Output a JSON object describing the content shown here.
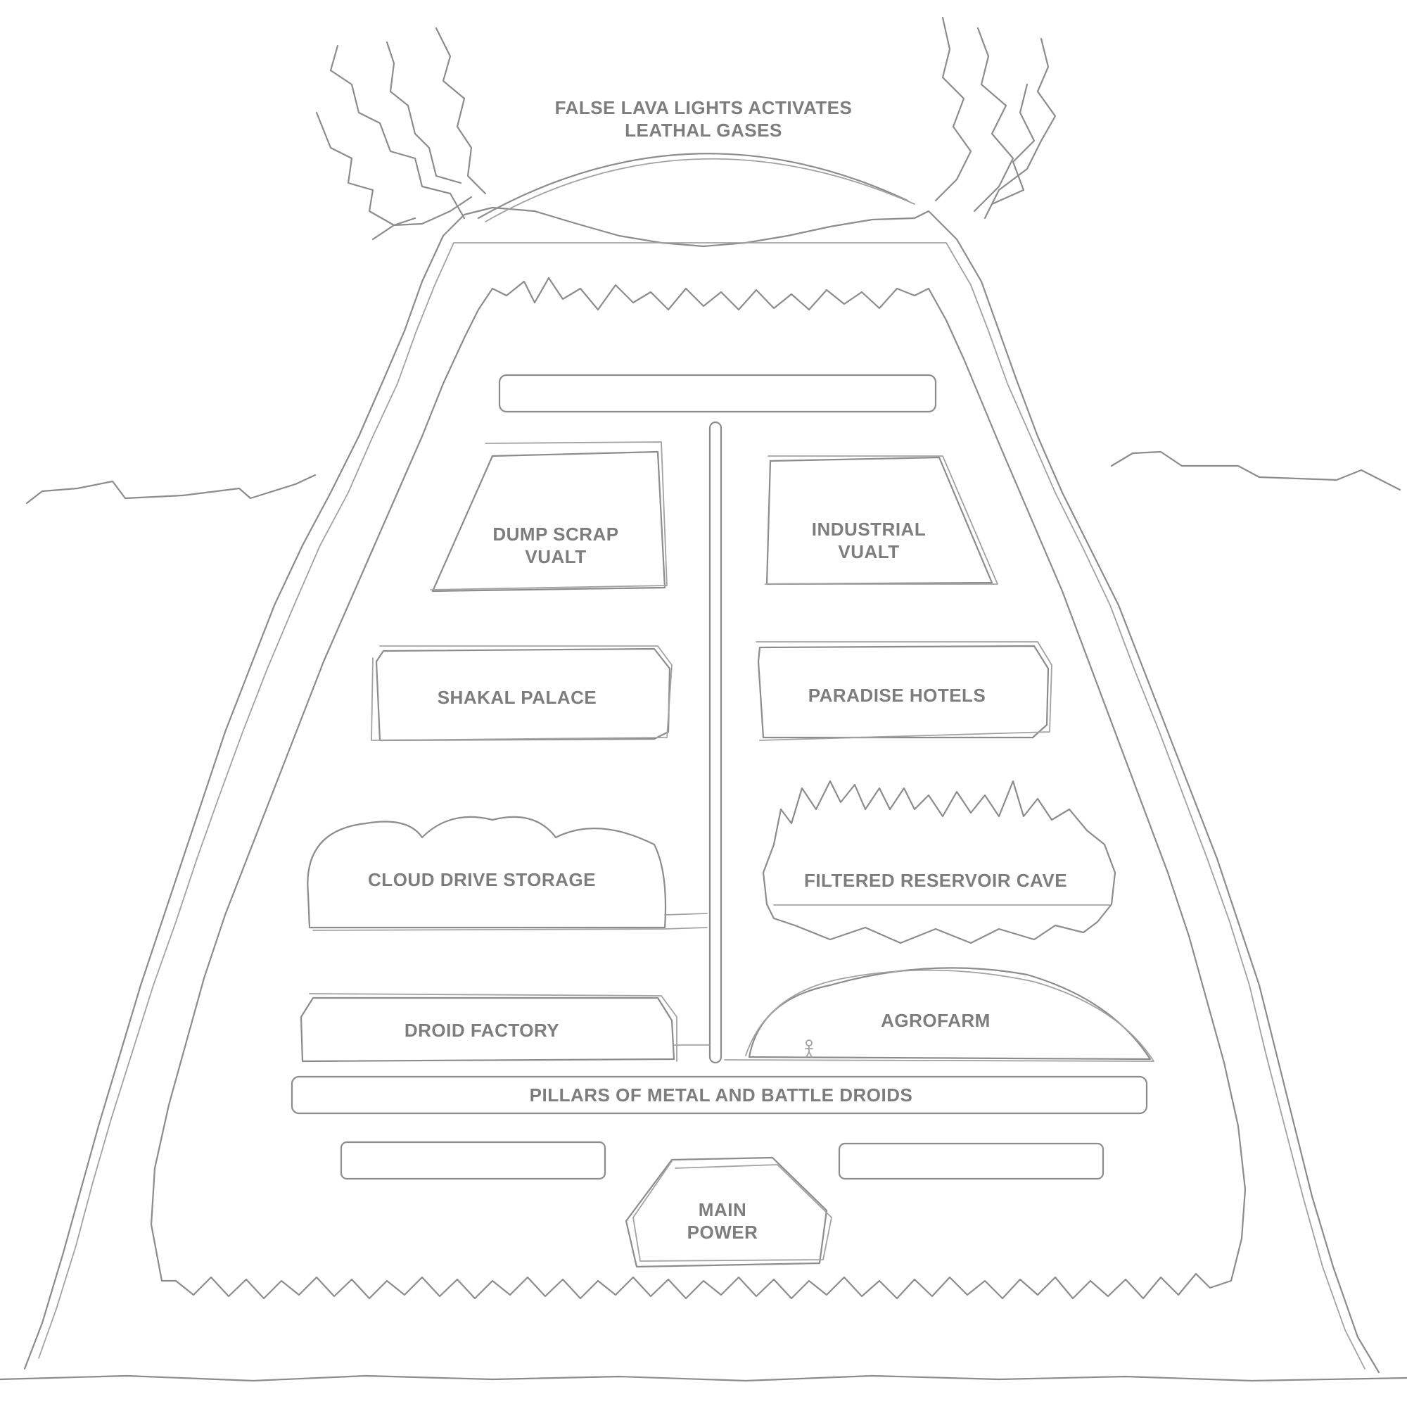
{
  "labels": {
    "top_warning": [
      "FALSE LAVA LIGHTS ACTIVATES",
      "LEATHAL GASES"
    ],
    "dump_scrap_vault": [
      "DUMP SCRAP",
      "VUALT"
    ],
    "industrial_vault": [
      "INDUSTRIAL",
      "VUALT"
    ],
    "shakal_palace": "SHAKAL PALACE",
    "paradise_hotels": "PARADISE HOTELS",
    "cloud_drive_storage": "CLOUD DRIVE STORAGE",
    "filtered_reservoir_cave": "FILTERED RESERVOIR CAVE",
    "droid_factory": "DROID FACTORY",
    "agrofarm": "AGROFARM",
    "pillars": "PILLARS OF METAL AND BATTLE DROIDS",
    "main_power": [
      "MAIN",
      "POWER"
    ]
  }
}
